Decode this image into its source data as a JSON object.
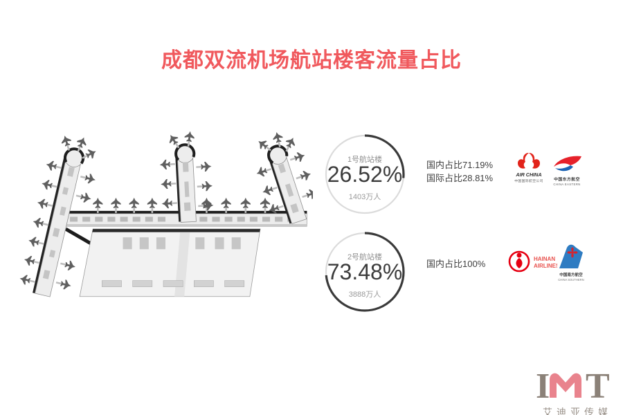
{
  "title": "成都双流机场航站楼客流量占比",
  "chart_data": {
    "type": "pie",
    "title": "成都双流机场航站楼客流量占比",
    "categories": [
      "1号航站楼",
      "2号航站楼"
    ],
    "values": [
      26.52,
      73.48
    ],
    "value_unit": "%",
    "legend": false,
    "annotations": [
      {
        "terminal": "1号航站楼",
        "share_pct": 26.52,
        "passengers": "1403万人",
        "breakdown": [
          "国内占比71.19%",
          "国际占比28.81%"
        ],
        "airlines": [
          "AIR CHINA 中国国际航空公司",
          "中国东方航空 CHINA EASTERN"
        ]
      },
      {
        "terminal": "2号航站楼",
        "share_pct": 73.48,
        "passengers": "3888万人",
        "breakdown": [
          "国内占比100%"
        ],
        "airlines": [
          "HAINAN AIRLINES",
          "中国南方航空 CHINA SOUTHERN"
        ]
      }
    ]
  },
  "terminals": [
    {
      "label": "1号航站楼",
      "percent": "26.52%",
      "passengers": "1403万人",
      "note1": "国内占比71.19%",
      "note2": "国际占比28.81%"
    },
    {
      "label": "2号航站楼",
      "percent": "73.48%",
      "passengers": "3888万人",
      "note1": "国内占比100%",
      "note2": ""
    }
  ],
  "airlines": {
    "air_china": {
      "en": "AIR CHINA",
      "cn": "中国国际航空公司"
    },
    "china_eastern": {
      "cn": "中国东方航空",
      "en": "CHINA EASTERN"
    },
    "hainan": {
      "line1": "HAINAN",
      "line2": "AIRLINES"
    },
    "china_southern": {
      "cn": "中国南方航空",
      "en": "CHINA SOUTHERN"
    }
  },
  "footer": {
    "brand": "IMT",
    "letter_i": "I",
    "letter_t": "T",
    "company": "艾迪亚传媒"
  },
  "colors": {
    "title": "#F0595D",
    "ring": "#DBDBDB",
    "arc": "#3A3A3A",
    "number": "#3C3C3C",
    "muted": "#8F8F8F",
    "airline_red": "#E2231A",
    "eastern_blue": "#1C64B4",
    "hainan_red": "#E8524E",
    "southern_blue": "#2F7CC2",
    "brand_gray": "#8B8178",
    "brand_pink": "#E9838D"
  }
}
